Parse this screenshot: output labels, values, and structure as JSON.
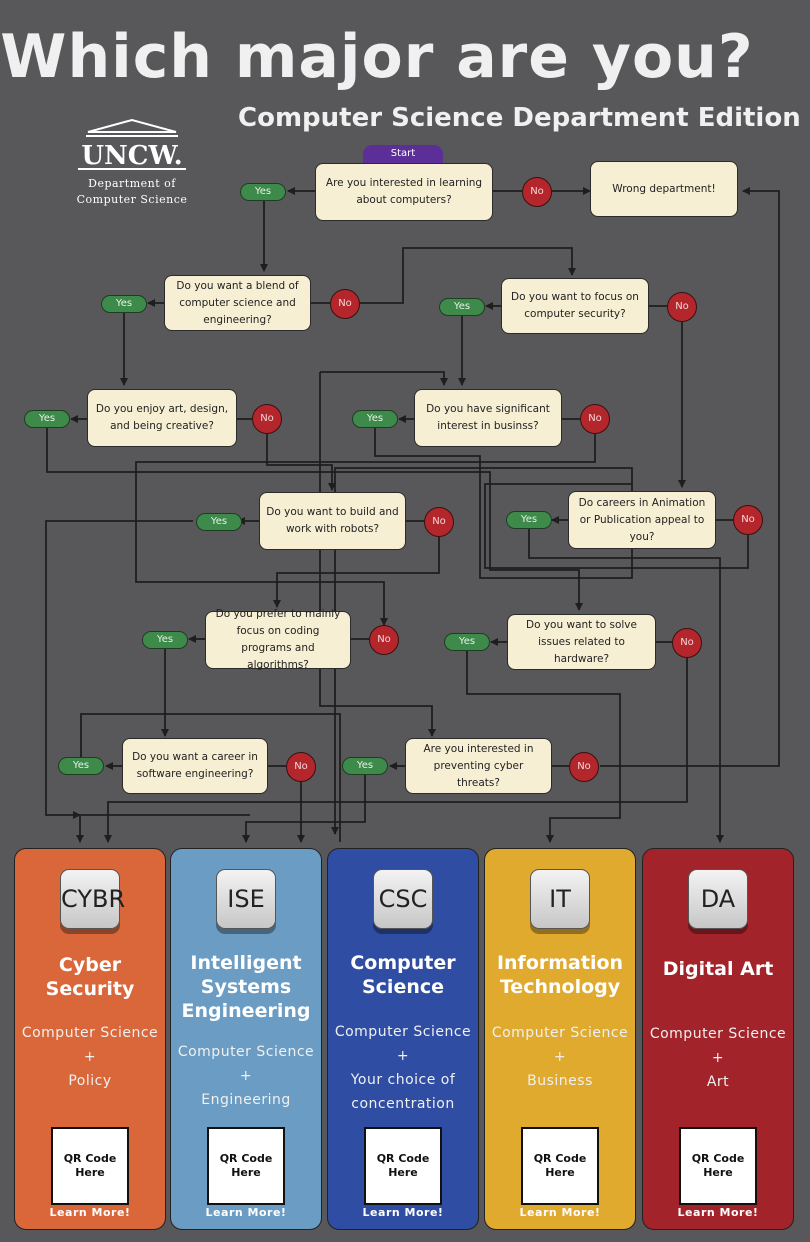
{
  "header": {
    "title": "Which major are you?",
    "subtitle": "Computer Science Department Edition",
    "logo_word": "UNCW.",
    "logo_dept_line1": "Department of",
    "logo_dept_line2": "Computer Science"
  },
  "flow": {
    "start": "Start",
    "yes": "Yes",
    "no": "No",
    "q1": "Are you interested in learning about computers?",
    "wrong": "Wrong department!",
    "q2": "Do you want a blend of computer science and engineering?",
    "q3": "Do you want to focus on computer security?",
    "q4": "Do you enjoy art, design, and being creative?",
    "q5": "Do you have significant interest in businss?",
    "q6": "Do you want to build and work with robots?",
    "q7": "Do careers in Animation or Publication appeal to you?",
    "q8": "Do you prefer to mainly focus on coding programs and algorithms?",
    "q9": "Do you want to solve issues related to hardware?",
    "q10": "Do you want a career in software engineering?",
    "q11": "Are you interested in preventing cyber threats?"
  },
  "majors": [
    {
      "code": "CYBR",
      "name": "Cyber Security",
      "desc1": "Computer Science",
      "desc2": "+",
      "desc3": "Policy",
      "desc4": "",
      "color": "#d9673a",
      "qr": "QR Code Here",
      "more": "Learn More!"
    },
    {
      "code": "ISE",
      "name": "Intelligent Systems Engineering",
      "desc1": "Computer Science",
      "desc2": "+",
      "desc3": "Engineering",
      "desc4": "",
      "color": "#6b9cc4",
      "qr": "QR Code Here",
      "more": "Learn More!"
    },
    {
      "code": "CSC",
      "name": "Computer Science",
      "desc1": "Computer Science",
      "desc2": "+",
      "desc3": "Your choice of",
      "desc4": "concentration",
      "color": "#2f4ea3",
      "qr": "QR Code Here",
      "more": "Learn More!"
    },
    {
      "code": "IT",
      "name": "Information Technology",
      "desc1": "Computer Science",
      "desc2": "+",
      "desc3": "Business",
      "desc4": "",
      "color": "#e0aa2f",
      "qr": "QR Code Here",
      "more": "Learn More!"
    },
    {
      "code": "DA",
      "name": "Digital Art",
      "desc1": "Computer Science",
      "desc2": "+",
      "desc3": "Art",
      "desc4": "",
      "color": "#a2232a",
      "qr": "QR Code Here",
      "more": "Learn More!"
    }
  ]
}
